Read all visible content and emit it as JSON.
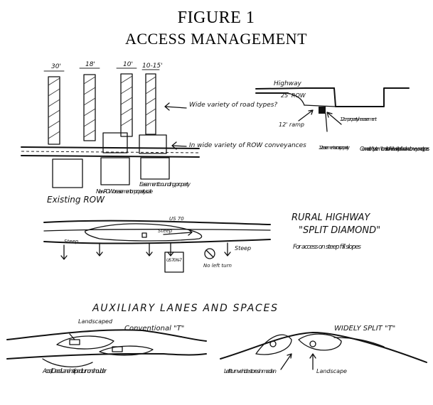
{
  "figure": {
    "title_line1": "FIGURE 1",
    "title_line2": "ACCESS MANAGEMENT"
  },
  "row_sketch": {
    "widths": [
      "30'",
      "18'",
      "10'",
      "10-15'"
    ],
    "wide_variety_road_types": "Wide variety of road types?",
    "wide_variety_row_conveyances": "In wide variety of ROW conveyances",
    "existing_row": "Existing ROW",
    "new_row": "New ROW or easement on property scale",
    "easement_bounding": "Easement bounding property"
  },
  "highway_sketch": {
    "highway_label": "Highway",
    "width_label": "25' ROW",
    "easement_label": "12' on property line easement",
    "ramp_label": "12' ramp",
    "across_label": "12' easement across property",
    "connection_system": "Connection \"system\" consists of wide variety of road and conveyance types."
  },
  "split_diamond": {
    "us_label": "US 70",
    "rural_highway": "RURAL HIGHWAY",
    "split_diamond": "\"SPLIT DIAMOND\"",
    "access_note": "For access on steep fill slopes",
    "steep_left": "Steep",
    "steep_center": "Steep",
    "steep_right": "Steep",
    "us_box": "US 70 N-7",
    "no_left_turn": "No left turn"
  },
  "auxiliary": {
    "heading": "AUXILIARY LANES AND SPACES",
    "landscaped": "Landscaped",
    "conventional_t": "Conventional \"T\"",
    "accel_decel": "Accel / Decel Lane in striped turn on shoulder",
    "widely_split_t": "WIDELY SPLIT \"T\"",
    "left_turn": "Left-turn vehicle stores in median",
    "landscape": "Landscape"
  }
}
